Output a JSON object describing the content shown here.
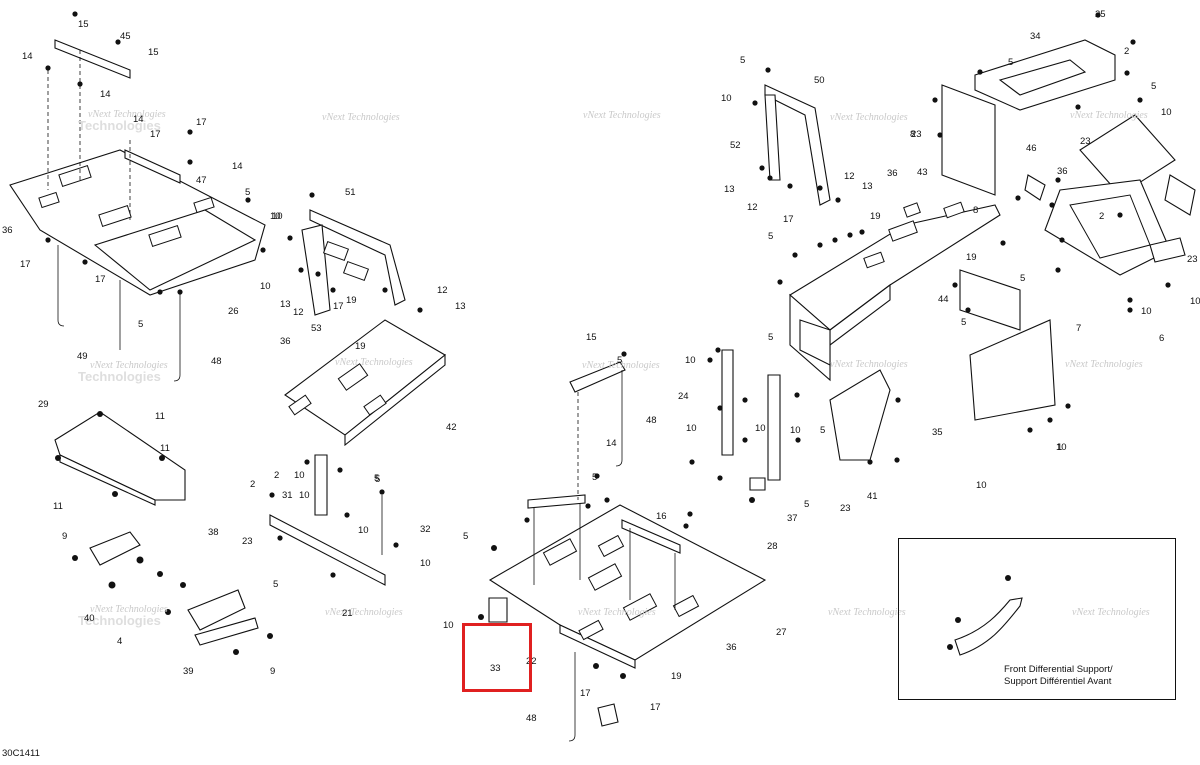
{
  "diagram_code": "30C1411",
  "watermark": {
    "line1": "vNext Technologies",
    "line2": "Technologies"
  },
  "inset": {
    "caption_line1": "Front Differential Support/",
    "caption_line2": "Support Différentiel Avant"
  },
  "highlight": {
    "label": "33",
    "color": "#e02020"
  },
  "callouts": [
    "15",
    "45",
    "15",
    "14",
    "14",
    "14",
    "17",
    "17",
    "14",
    "47",
    "36",
    "17",
    "17",
    "5",
    "10",
    "10",
    "5",
    "26",
    "49",
    "48",
    "29",
    "11",
    "11",
    "11",
    "9",
    "38",
    "40",
    "4",
    "39",
    "9",
    "2",
    "10",
    "5",
    "51",
    "10",
    "19",
    "13",
    "12",
    "17",
    "53",
    "12",
    "13",
    "36",
    "19",
    "42",
    "2",
    "10",
    "31",
    "5",
    "10",
    "23",
    "32",
    "10",
    "5",
    "21",
    "15",
    "5",
    "48",
    "14",
    "5",
    "16",
    "5",
    "10",
    "33",
    "22",
    "27",
    "36",
    "19",
    "17",
    "17",
    "48",
    "5",
    "50",
    "10",
    "23",
    "52",
    "12",
    "13",
    "12",
    "17",
    "13",
    "36",
    "19",
    "43",
    "5",
    "10",
    "24",
    "5",
    "10",
    "10",
    "5",
    "10",
    "5",
    "37",
    "28",
    "23",
    "35",
    "10",
    "10",
    "34",
    "25",
    "5",
    "2",
    "5",
    "10",
    "8",
    "23",
    "46",
    "36",
    "2",
    "8",
    "23",
    "19",
    "5",
    "44",
    "5",
    "10",
    "7",
    "10",
    "6",
    "41",
    "1",
    "10",
    "3",
    "11"
  ]
}
